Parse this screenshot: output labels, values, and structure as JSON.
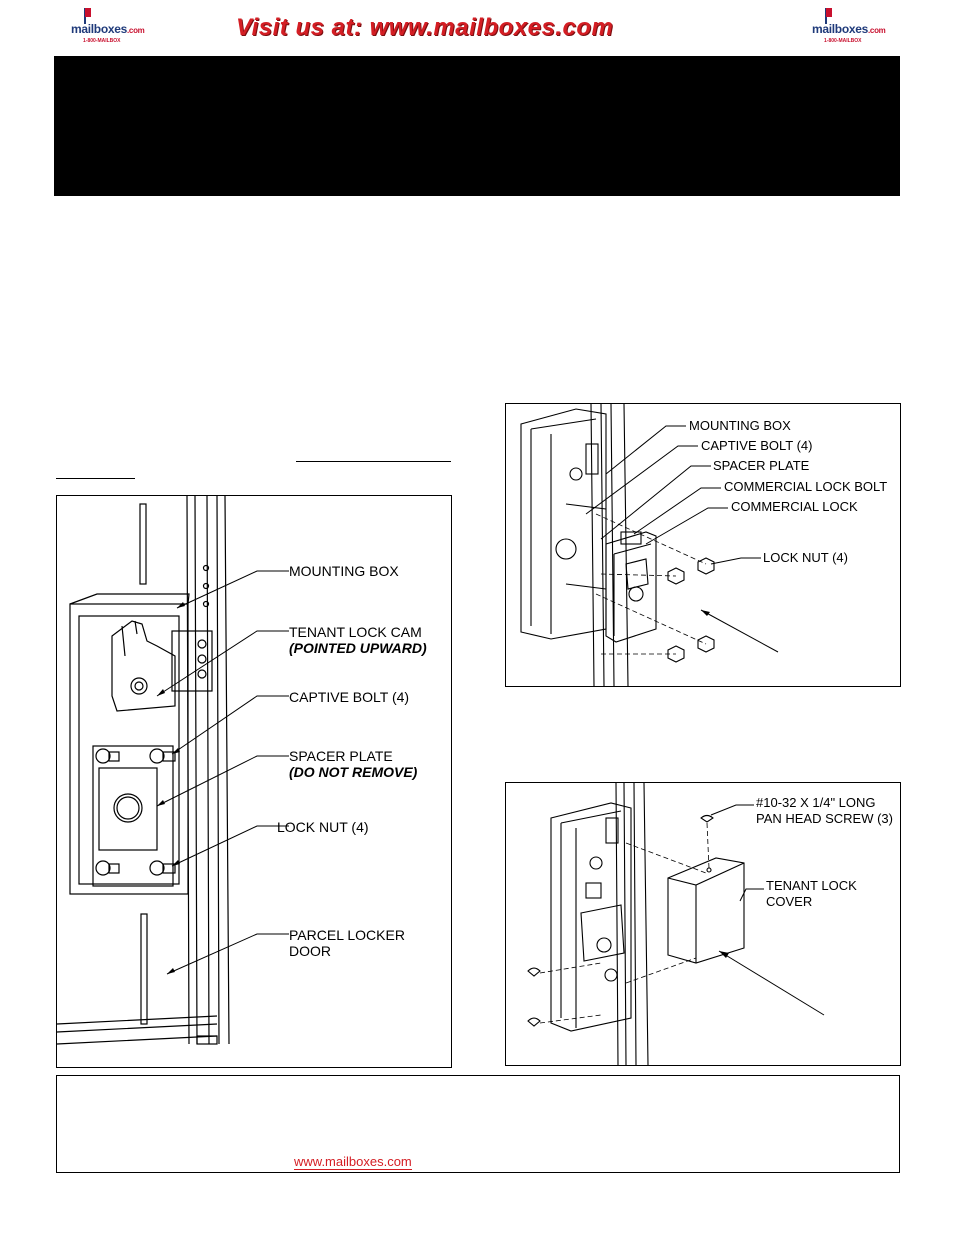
{
  "header": {
    "logo_brand": "mailboxes",
    "logo_suffix": ".com",
    "logo_phone": "1-800-MAILBOX",
    "visit_text": "Visit us at: www.mailboxes.com"
  },
  "figure_left": {
    "labels": {
      "mounting_box": "MOUNTING BOX",
      "tenant_lock_cam": "TENANT LOCK CAM",
      "pointed_upward": "(POINTED UPWARD)",
      "captive_bolt": "CAPTIVE BOLT (4)",
      "spacer_plate": "SPACER PLATE",
      "do_not_remove": "(DO NOT REMOVE)",
      "lock_nut": "LOCK NUT (4)",
      "parcel_locker_door_1": "PARCEL LOCKER",
      "parcel_locker_door_2": "DOOR"
    }
  },
  "figure_top_right": {
    "labels": {
      "mounting_box": "MOUNTING BOX",
      "captive_bolt": "CAPTIVE BOLT (4)",
      "spacer_plate": "SPACER PLATE",
      "commercial_lock_bolt": "COMMERCIAL LOCK BOLT",
      "commercial_lock": "COMMERCIAL LOCK",
      "lock_nut": "LOCK NUT (4)"
    }
  },
  "figure_bottom_right": {
    "labels": {
      "screw_1": "#10-32 X 1/4\" LONG",
      "screw_2": "PAN HEAD SCREW (3)",
      "cover_1": "TENANT LOCK",
      "cover_2": "COVER"
    }
  },
  "footer": {
    "link": "www.mailboxes.com"
  },
  "colors": {
    "accent_red": "#d41e24",
    "brand_blue": "#1f3a7a",
    "banner": "#000000"
  }
}
